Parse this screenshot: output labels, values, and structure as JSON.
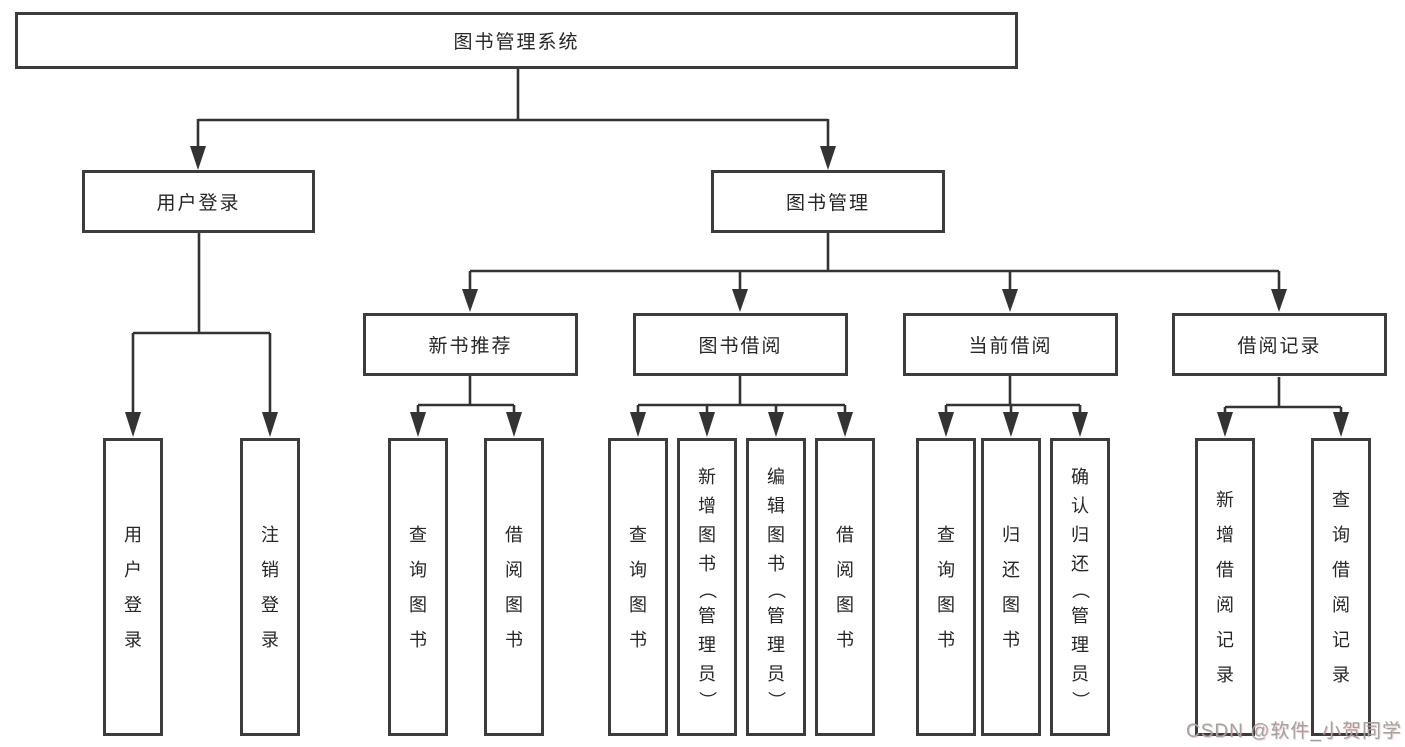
{
  "tree": {
    "label": "图书管理系统",
    "children": [
      {
        "label": "用户登录",
        "children": [
          {
            "label": "用户登录"
          },
          {
            "label": "注销登录"
          }
        ]
      },
      {
        "label": "图书管理",
        "children": [
          {
            "label": "新书推荐",
            "children": [
              {
                "label": "查询图书"
              },
              {
                "label": "借阅图书"
              }
            ]
          },
          {
            "label": "图书借阅",
            "children": [
              {
                "label": "查询图书"
              },
              {
                "label": "新增图书（管理员）"
              },
              {
                "label": "编辑图书（管理员）"
              },
              {
                "label": "借阅图书"
              }
            ]
          },
          {
            "label": "当前借阅",
            "children": [
              {
                "label": "查询图书"
              },
              {
                "label": "归还图书"
              },
              {
                "label": "确认归还（管理员）"
              }
            ]
          },
          {
            "label": "借阅记录",
            "children": [
              {
                "label": "新增借阅记录"
              },
              {
                "label": "查询借阅记录"
              }
            ]
          }
        ]
      }
    ]
  },
  "watermark": {
    "text": "CSDN @软件_小贺同学"
  },
  "style_colors": {
    "box_border": "#3c3c3c",
    "connector_line": "#333333",
    "text": "#262626",
    "watermark_gray": "#a2a2a2",
    "watermark_red_fringe": "#e27474",
    "background": "#ffffff"
  }
}
